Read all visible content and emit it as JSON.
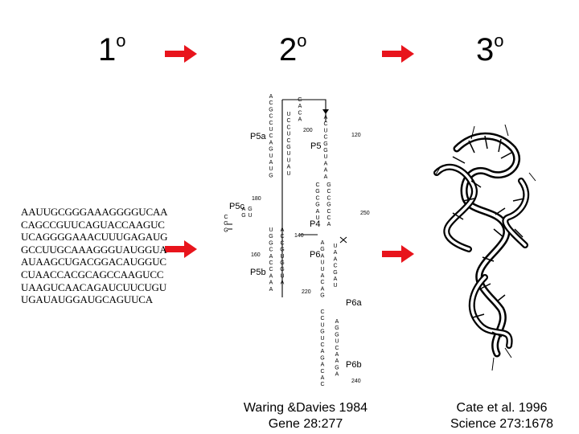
{
  "headings": [
    {
      "number": "1",
      "superscript": "o"
    },
    {
      "number": "2",
      "superscript": "o"
    },
    {
      "number": "3",
      "superscript": "o"
    }
  ],
  "sequence_lines": [
    "AAUUGCGGGAAAGGGGUCAA",
    "CAGCCGUUCAGUACCAAGUC",
    "UCAGGGGAAACUUUGAGAUG",
    "GCCUUGCAAAGGGUAUGGUA",
    "AUAAGCUGACGGACAUGGUC",
    "CUAACCACGCAGCCAAGUCC",
    "UAAGUCAACAGAUCUUCUGU",
    "UGAUAUGGAUGCAGUUCA"
  ],
  "secondary_structure": {
    "helix_labels": [
      "P5a",
      "P5",
      "P5c",
      "P4",
      "P6",
      "P5b",
      "P6a",
      "P6b"
    ],
    "position_labels": [
      "200",
      "120",
      "180",
      "250",
      "140",
      "160",
      "220",
      "240"
    ]
  },
  "citations": {
    "secondary": [
      "Waring &Davies 1984",
      "Gene 28:277"
    ],
    "tertiary": [
      "Cate et al. 1996",
      "Science 273:1678"
    ]
  },
  "colors": {
    "arrow": "#e8141c",
    "text": "#000000"
  },
  "icons": [
    "right-arrow-icon",
    "right-arrow-icon",
    "right-arrow-icon",
    "right-arrow-icon"
  ]
}
